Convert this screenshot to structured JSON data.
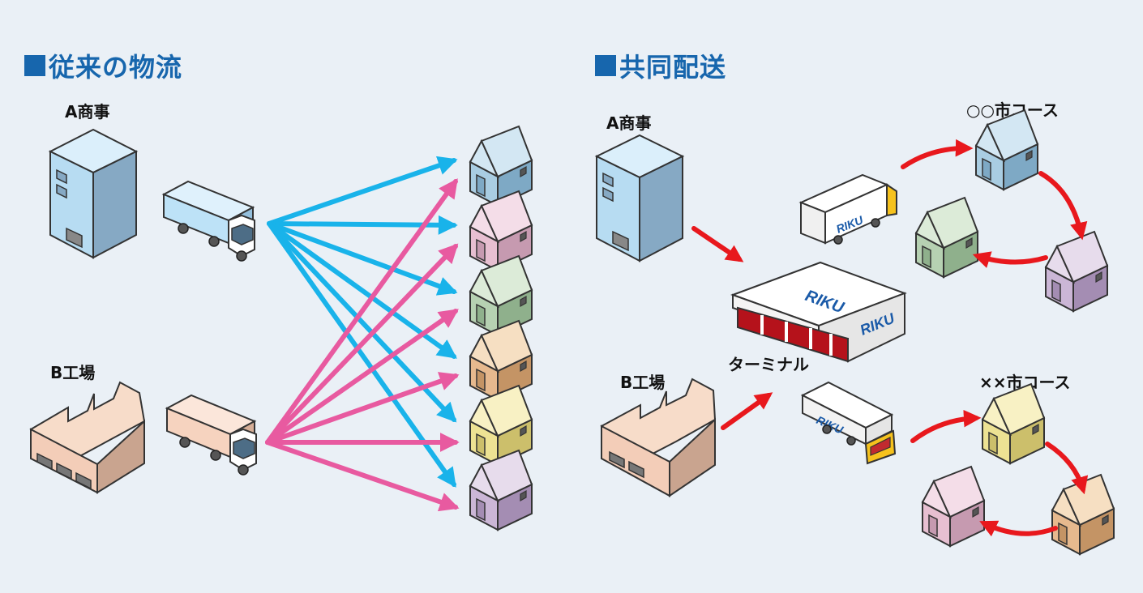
{
  "left": {
    "heading": "従来の物流",
    "source_a": "A商事",
    "source_b": "B工場"
  },
  "right": {
    "heading": "共同配送",
    "source_a": "A商事",
    "source_b": "B工場",
    "terminal": "ターミナル",
    "course_1": "○○市コース",
    "course_2": "××市コース"
  },
  "brand": {
    "logo_text": "RIKU"
  },
  "colors": {
    "heading": "#1766ad",
    "arrow_blue": "#19b3ea",
    "arrow_pink": "#e85aa0",
    "arrow_red": "#e8181d",
    "building_blue": "#b7dcf2",
    "factory_peach": "#f3cdb8"
  },
  "houses": {
    "left_stack": [
      "house-blue",
      "house-pink",
      "house-green",
      "house-orange",
      "house-yellow",
      "house-purple"
    ]
  }
}
